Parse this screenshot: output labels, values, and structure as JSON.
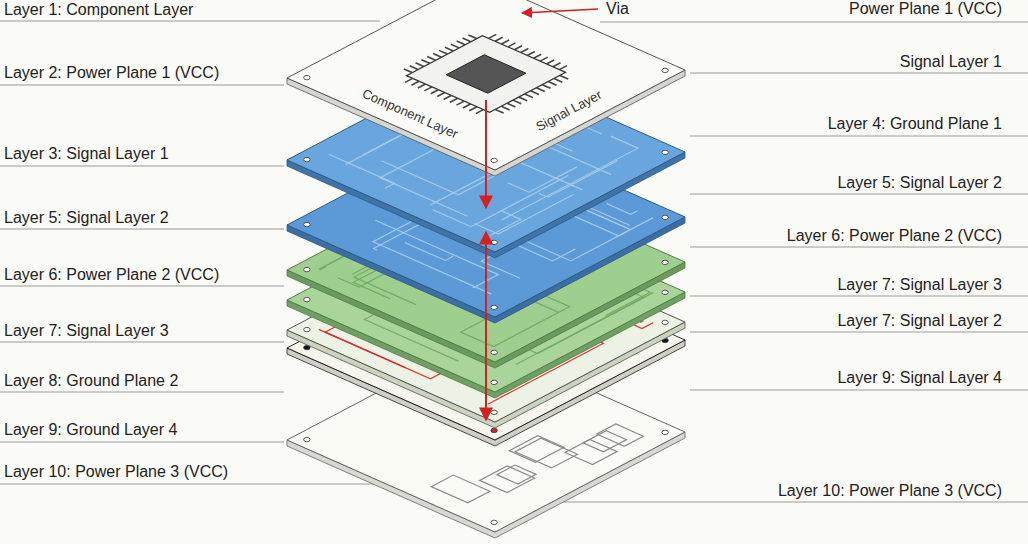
{
  "diagram": {
    "labels": [
      "Layer 1: Component Layer",
      "Via",
      "Power Plane 1 (VCC)",
      "Layer 2: Power Plane 1 (VCC)",
      "Signal Layer 1",
      "Component Layer",
      "Signal Layer",
      "Layer 3: Signal Layer 1",
      "Layer 4: Ground Plane 1",
      "Layer 5: Signal Layer 2",
      "Layer 5: Signal Layer 2",
      "Layer 6: Power Plane 2 (VCC)",
      "Layer 6: Power Plane 2 (VCC)",
      "Layer 7: Signal Layer 3",
      "Layer 7: Signal Layer 3",
      "Layer 8: Ground Plane 2",
      "Layer 7: Signal Layer 2",
      "Layer 9: Ground Layer 4",
      "Layer 9: Signal Layer 4",
      "Layer 10: Power Plane 3 (VCC)",
      "Layer 10: Power Plane 3 (VCC)"
    ]
  }
}
